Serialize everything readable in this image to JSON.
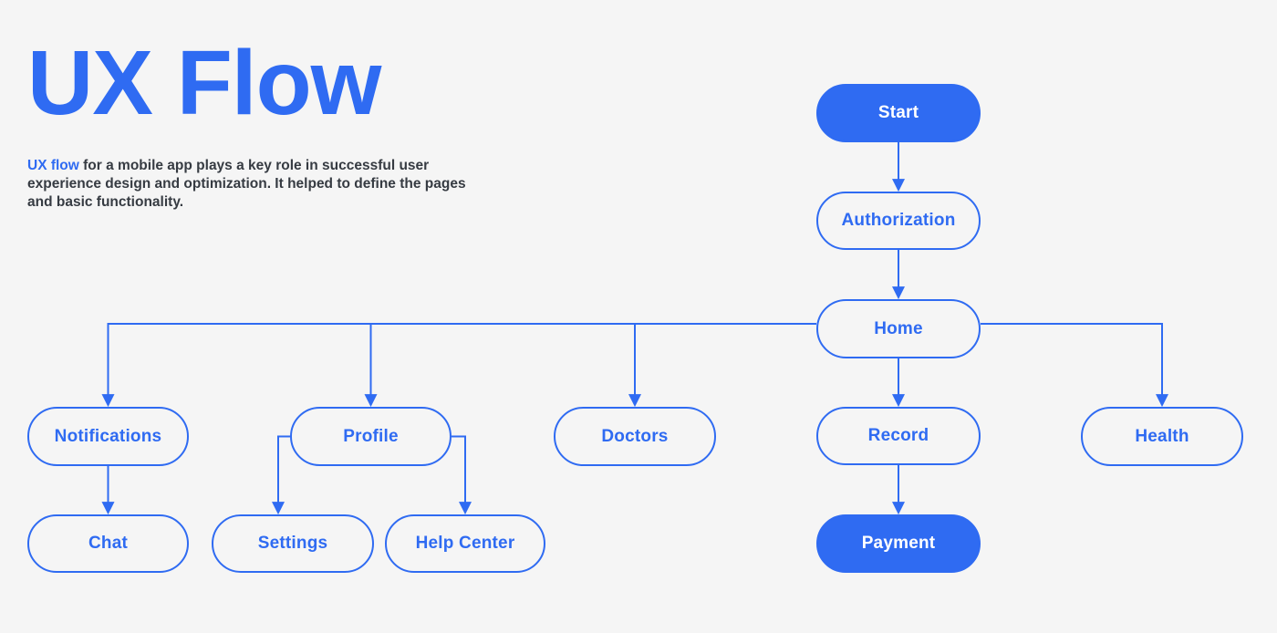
{
  "header": {
    "title": "UX Flow",
    "description_link": "UX flow",
    "description_rest": " for a mobile app plays a key role in successful user experience design and optimization. It helped to define the pages and basic functionality."
  },
  "colors": {
    "accent": "#2f6bf2",
    "background": "#f5f5f5",
    "text": "#363b42"
  },
  "nodes": [
    {
      "id": "start",
      "label": "Start",
      "variant": "filled"
    },
    {
      "id": "authorization",
      "label": "Authorization",
      "variant": "outline"
    },
    {
      "id": "home",
      "label": "Home",
      "variant": "outline"
    },
    {
      "id": "notifications",
      "label": "Notifications",
      "variant": "outline"
    },
    {
      "id": "profile",
      "label": "Profile",
      "variant": "outline"
    },
    {
      "id": "doctors",
      "label": "Doctors",
      "variant": "outline"
    },
    {
      "id": "record",
      "label": "Record",
      "variant": "outline"
    },
    {
      "id": "health",
      "label": "Health",
      "variant": "outline"
    },
    {
      "id": "chat",
      "label": "Chat",
      "variant": "outline"
    },
    {
      "id": "settings",
      "label": "Settings",
      "variant": "outline"
    },
    {
      "id": "help_center",
      "label": "Help Center",
      "variant": "outline"
    },
    {
      "id": "payment",
      "label": "Payment",
      "variant": "filled"
    }
  ],
  "edges": [
    {
      "from": "start",
      "to": "authorization",
      "type": "straight"
    },
    {
      "from": "authorization",
      "to": "home",
      "type": "straight"
    },
    {
      "from": "home",
      "to": "notifications",
      "type": "trunk-left"
    },
    {
      "from": "home",
      "to": "profile",
      "type": "trunk-left"
    },
    {
      "from": "home",
      "to": "doctors",
      "type": "trunk-left"
    },
    {
      "from": "home",
      "to": "record",
      "type": "straight"
    },
    {
      "from": "home",
      "to": "health",
      "type": "trunk-right"
    },
    {
      "from": "notifications",
      "to": "chat",
      "type": "straight"
    },
    {
      "from": "profile",
      "to": "settings",
      "type": "side-left"
    },
    {
      "from": "profile",
      "to": "help_center",
      "type": "side-right"
    },
    {
      "from": "record",
      "to": "payment",
      "type": "straight"
    }
  ]
}
